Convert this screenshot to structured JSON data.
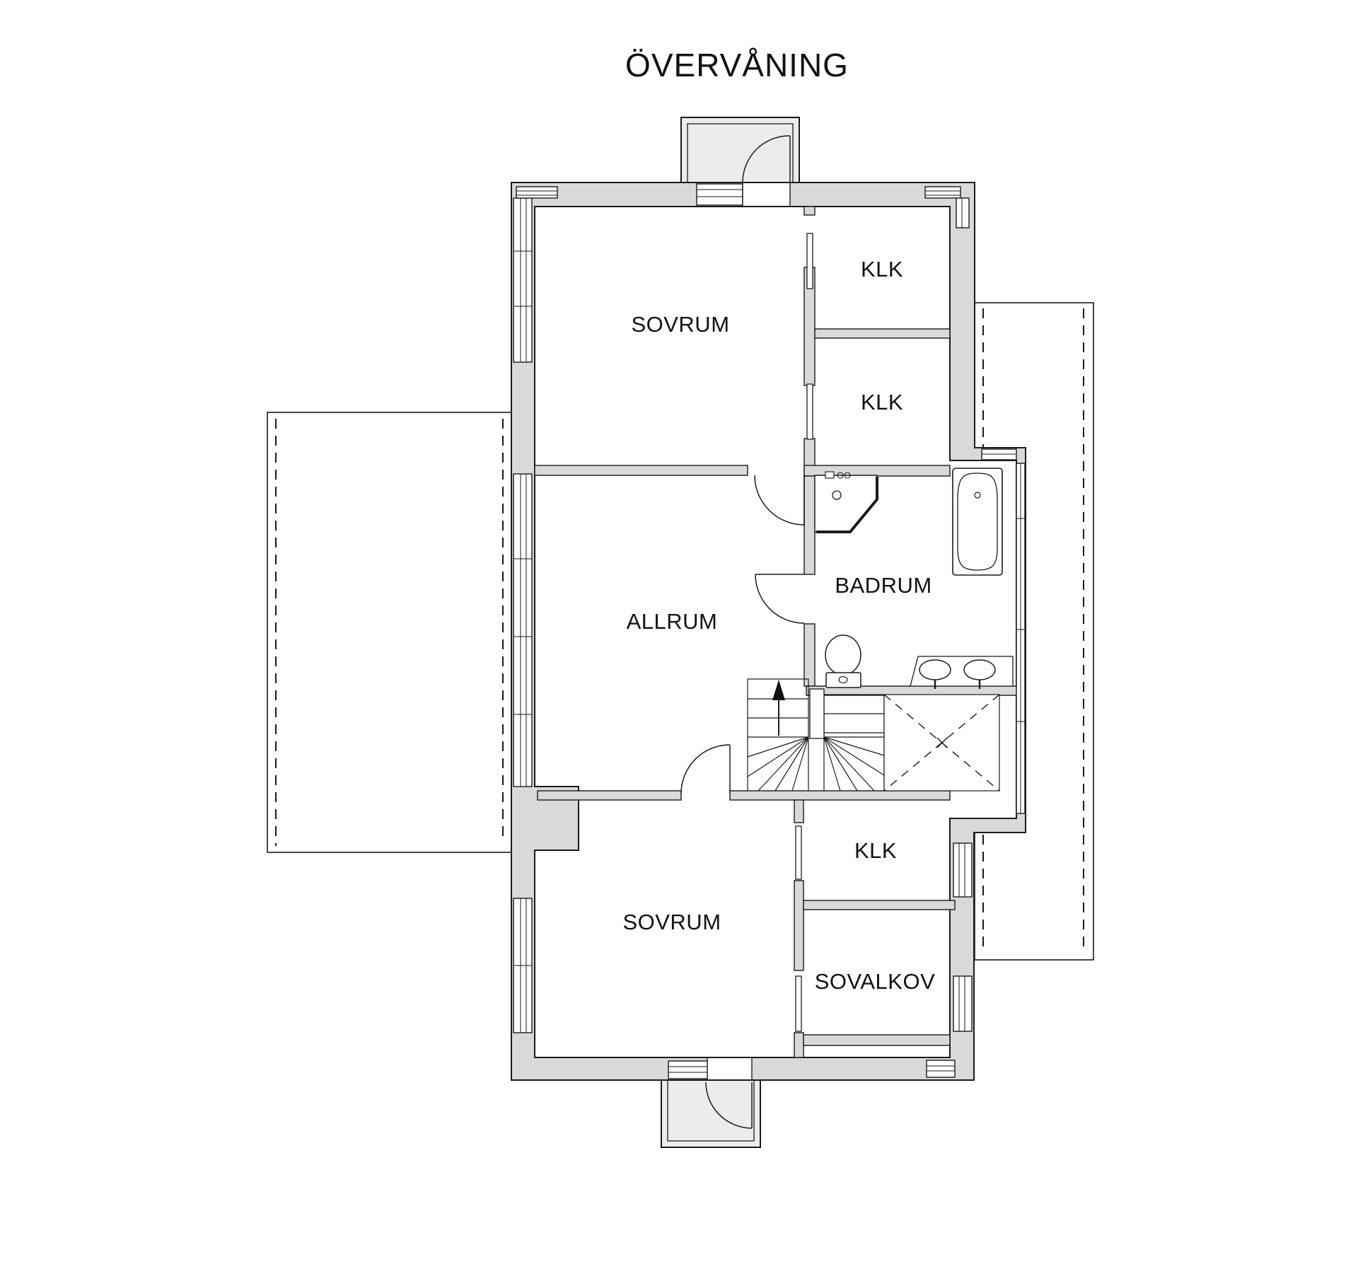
{
  "title": "ÖVERVÅNING",
  "colors": {
    "wall_fill": "#d9d9d9",
    "dormer_fill": "#ececec",
    "line": "#1a1a1a",
    "background": "#ffffff"
  },
  "rooms": {
    "sovrum_top": {
      "label": "SOVRUM"
    },
    "klk_top": {
      "label": "KLK"
    },
    "klk_mid": {
      "label": "KLK"
    },
    "allrum": {
      "label": "ALLRUM"
    },
    "badrum": {
      "label": "BADRUM"
    },
    "klk_bottom": {
      "label": "KLK"
    },
    "sovrum_bottom": {
      "label": "SOVRUM"
    },
    "sovalkov": {
      "label": "SOVALKOV"
    }
  }
}
